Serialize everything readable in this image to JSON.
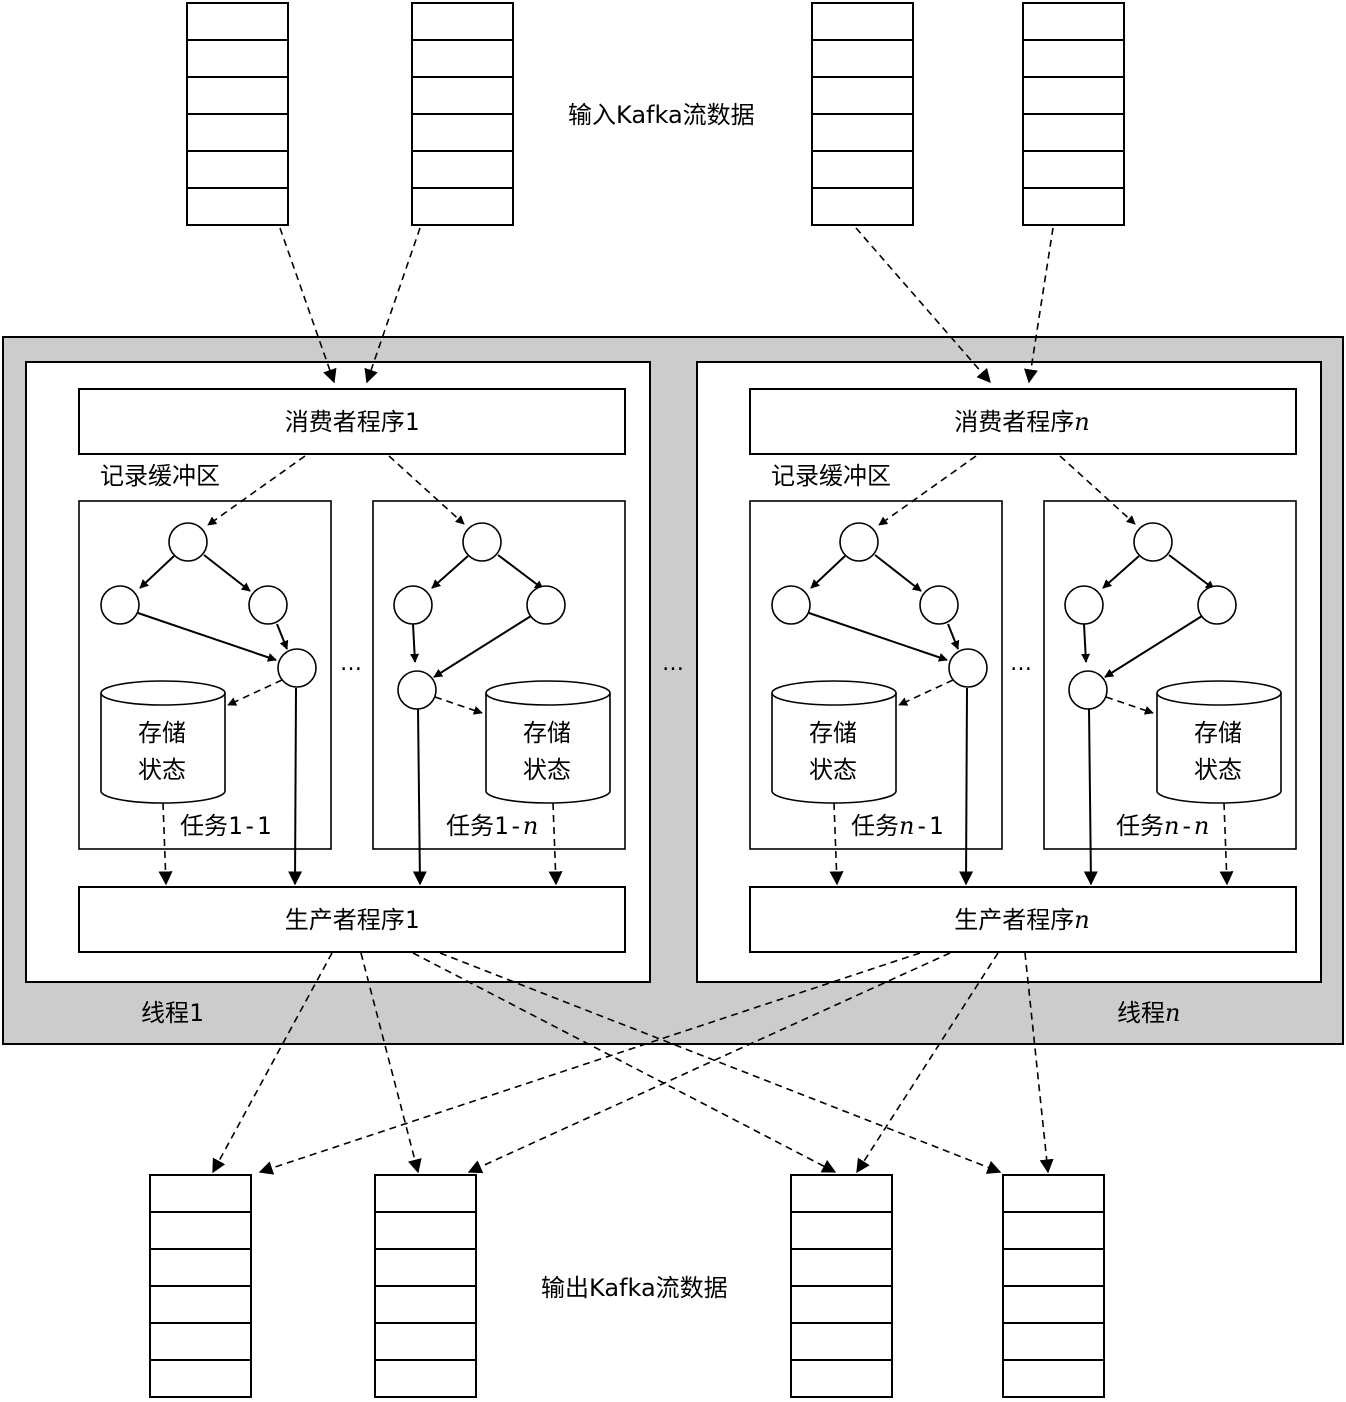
{
  "labels": {
    "input": "输入Kafka流数据",
    "output": "输出Kafka流数据",
    "consumer_1_prefix": "消费者程序",
    "consumer_1_suffix": "1",
    "consumer_n_prefix": "消费者程序",
    "consumer_n_suffix": "n",
    "producer_1_prefix": "生产者程序",
    "producer_1_suffix": "1",
    "producer_n_prefix": "生产者程序",
    "producer_n_suffix": "n",
    "buffer_1": "记录缓冲区",
    "buffer_n": "记录缓冲区",
    "store_line1": "存储",
    "store_line2": "状态",
    "task_prefix": "任务",
    "task_1_1_suffix": "1-1",
    "task_1_n_a": "1-",
    "task_1_n_b": "n",
    "task_n_1_a": "n",
    "task_n_1_b": "-1",
    "task_n_n_a": "n",
    "task_n_n_b": "-",
    "task_n_n_c": "n",
    "thread_prefix": "线程",
    "thread_1_suffix": "1",
    "thread_n_suffix": "n",
    "ellipsis": "…"
  },
  "colors": {
    "background_panel": "#cccccc",
    "stroke": "#000000",
    "fill": "#ffffff"
  }
}
